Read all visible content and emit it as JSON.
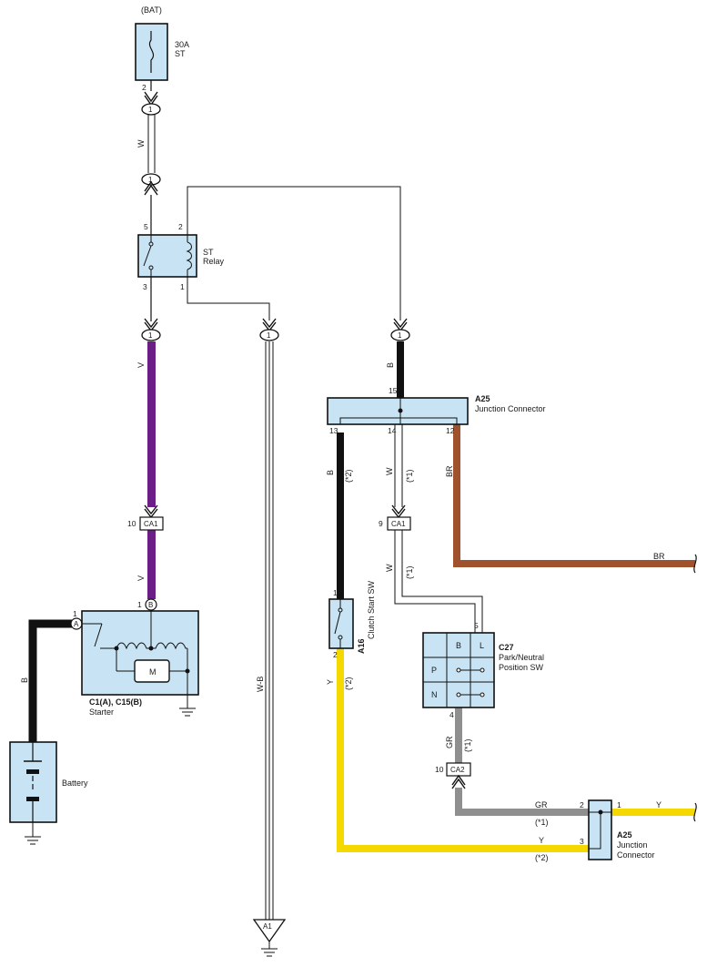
{
  "colors": {
    "wire_white": "#ffffff",
    "wire_violet": "#6b1f86",
    "wire_black": "#111111",
    "wire_brown": "#a0522d",
    "wire_yellow": "#f5d800",
    "wire_gray": "#8f8f8f",
    "component_fill": "#c8e4f4"
  },
  "labels": {
    "bat": "(BAT)",
    "fuse_amp": "30A",
    "fuse_name": "ST",
    "relay_line1": "ST",
    "relay_line2": "Relay",
    "jc_a25_top_code": "A25",
    "jc_a25_top_name": "Junction Connector",
    "starter_code": "C1(A), C15(B)",
    "starter_name": "Starter",
    "battery_name": "Battery",
    "clutch_code": "A16",
    "clutch_name": "Clutch Start SW",
    "pnp_code": "C27",
    "pnp_name1": "Park/Neutral",
    "pnp_name2": "Position SW",
    "jc_a25_bottom_code": "A25",
    "jc_a25_bottom_name1": "Junction",
    "jc_a25_bottom_name2": "Connector",
    "ground_a1": "A1",
    "starter_motor": "M",
    "terminal_a": "A",
    "terminal_b": "B"
  },
  "wire_codes": {
    "w_fuse_relay": "W",
    "v_relay": "V",
    "v_starter": "V",
    "b_battery": "B",
    "wb_ground": "W-B",
    "b_a25_top": "B",
    "b_a25_13": "B",
    "star2_13": "(*2)",
    "w_a25_14": "W",
    "star1_14": "(*1)",
    "br_a25_12": "BR",
    "br_right": "BR",
    "w_ca1": "W",
    "star1_ca1": "(*1)",
    "y_clutch": "Y",
    "star2_clutch": "(*2)",
    "gr_pnp": "GR",
    "star1_pnp": "(*1)",
    "gr_bottom": "GR",
    "star1_bottom": "(*1)",
    "y_bottom": "Y",
    "star2_bottom": "(*2)",
    "y_right": "Y"
  },
  "connectors": {
    "ca1_left": "CA1",
    "ca1_left_pin": "10",
    "ca1_mid": "CA1",
    "ca1_mid_pin": "9",
    "ca2": "CA2",
    "ca2_pin": "10"
  },
  "pins": {
    "fuse_2": "2",
    "j1_top": "1",
    "j1_bottom": "1",
    "relay_5": "5",
    "relay_2": "2",
    "relay_3": "3",
    "relay_1": "1",
    "j_violet": "1",
    "j_ground": "1",
    "j_black": "1",
    "a25_15": "15",
    "a25_13": "13",
    "a25_14": "14",
    "a25_12": "12",
    "starter_1a": "1",
    "starter_1b": "1",
    "clutch_1": "1",
    "clutch_2": "2",
    "pnp_5": "5",
    "pnp_4": "4",
    "a25b_2": "2",
    "a25b_1": "1",
    "a25b_3": "3"
  },
  "pnp_switch": {
    "b": "B",
    "l": "L",
    "p": "P",
    "n": "N"
  }
}
